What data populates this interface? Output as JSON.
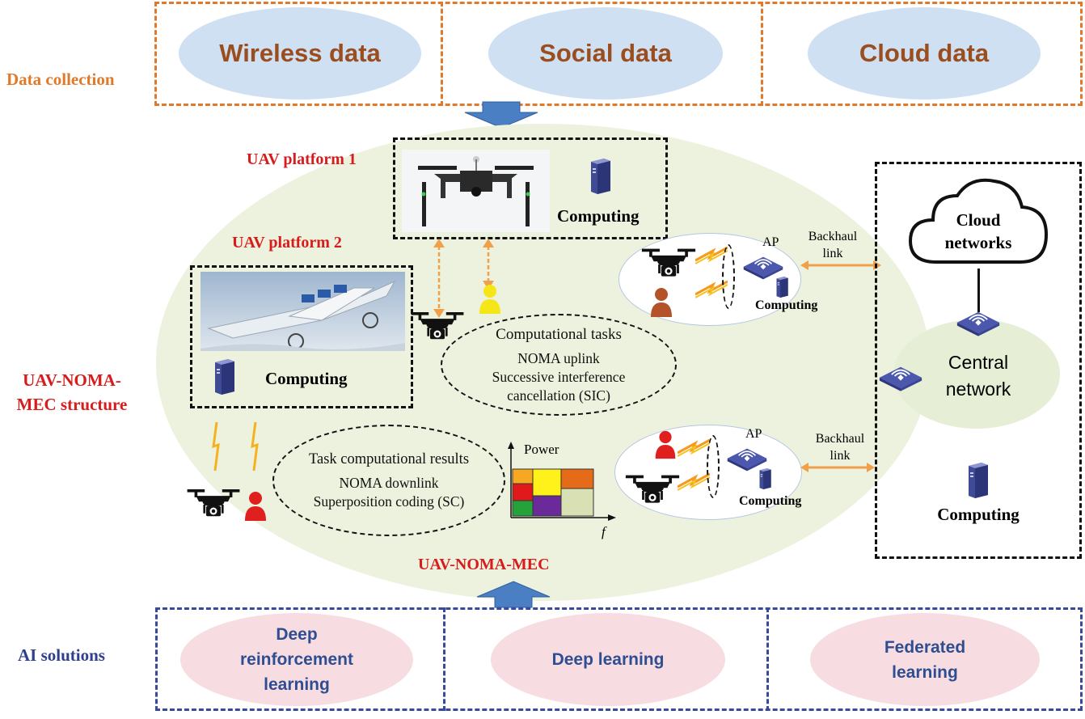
{
  "colors": {
    "orange_border": "#e07a2a",
    "blue_border": "#3a4a9a",
    "data_ellipse": "#cfe0f3",
    "data_text": "#9a4d1e",
    "ai_ellipse": "#f7dde1",
    "ai_text": "#2f4e92",
    "structure_bg": "#ecf2dd",
    "accent_red": "#d81b1b",
    "link_orange": "#f0a04a"
  },
  "data_collection": {
    "label": "Data collection",
    "items": [
      "Wireless data",
      "Social data",
      "Cloud data"
    ]
  },
  "structure": {
    "side_label_line1": "UAV-NOMA-",
    "side_label_line2": "MEC structure",
    "bottom_label": "UAV-NOMA-MEC",
    "platform1": {
      "label": "UAV platform 1",
      "computing": "Computing"
    },
    "platform2": {
      "label": "UAV platform 2",
      "computing": "Computing"
    },
    "uplink": {
      "line1": "Computational tasks",
      "line2": "NOMA uplink",
      "line3": "Successive interference",
      "line4": "cancellation (SIC)"
    },
    "downlink": {
      "line1": "Task computational results",
      "line2": "NOMA downlink",
      "line3": "Superposition coding (SC)"
    },
    "power_chart": {
      "y_label": "Power",
      "x_label": "f"
    },
    "ap_upper": {
      "ap": "AP",
      "computing": "Computing",
      "backhaul_line1": "Backhaul",
      "backhaul_line2": "link"
    },
    "ap_lower": {
      "ap": "AP",
      "computing": "Computing",
      "backhaul_line1": "Backhaul",
      "backhaul_line2": "link"
    }
  },
  "cloud": {
    "cloud_line1": "Cloud",
    "cloud_line2": "networks",
    "central_line1": "Central",
    "central_line2": "network",
    "computing": "Computing"
  },
  "ai_solutions": {
    "label": "AI solutions",
    "drl_line1": "Deep",
    "drl_line2": "reinforcement",
    "drl_line3": "learning",
    "dl": "Deep learning",
    "fl_line1": "Federated",
    "fl_line2": "learning"
  }
}
